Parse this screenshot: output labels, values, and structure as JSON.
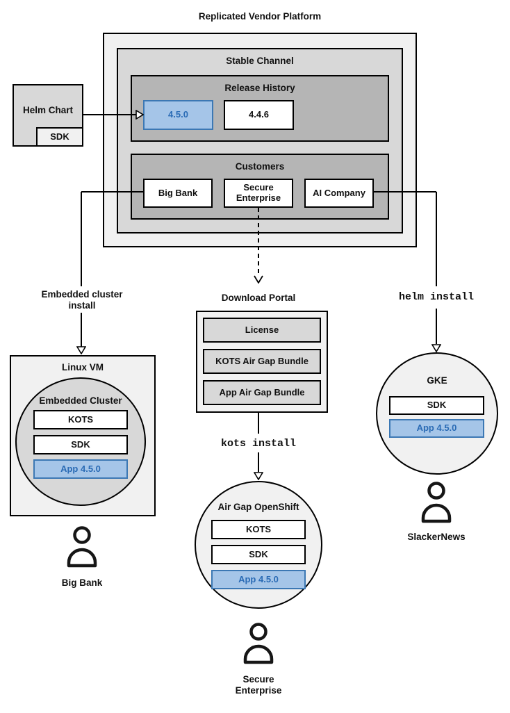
{
  "title": "Replicated Vendor Platform",
  "platform": {
    "stable_channel": {
      "label": "Stable Channel",
      "release_history": {
        "label": "Release History",
        "releases": [
          {
            "version": "4.5.0",
            "highlighted": true
          },
          {
            "version": "4.4.6",
            "highlighted": false
          }
        ]
      },
      "customers": {
        "label": "Customers",
        "items": [
          "Big Bank",
          "Secure\nEnterprise",
          "AI Company"
        ]
      }
    }
  },
  "helm_chart": {
    "label": "Helm Chart",
    "sdk": "SDK"
  },
  "left_flow": {
    "arrow_label": "Embedded cluster\ninstall",
    "linux_vm": {
      "label": "Linux VM",
      "embedded_cluster": {
        "label": "Embedded Cluster",
        "components": [
          "KOTS",
          "SDK",
          "App 4.5.0"
        ]
      }
    },
    "user": "Big Bank"
  },
  "middle_flow": {
    "download_portal": {
      "label": "Download Portal",
      "items": [
        "License",
        "KOTS Air Gap Bundle",
        "App Air Gap Bundle"
      ]
    },
    "command": "kots install",
    "cluster": {
      "label": "Air Gap OpenShift",
      "components": [
        "KOTS",
        "SDK",
        "App 4.5.0"
      ]
    },
    "user": "Secure\nEnterprise"
  },
  "right_flow": {
    "command": "helm install",
    "cluster": {
      "label": "GKE",
      "components": [
        "SDK",
        "App 4.5.0"
      ]
    },
    "user": "SlackerNews"
  },
  "colors": {
    "accent_fill": "#a5c5e8",
    "accent_border": "#3c78b4",
    "accent_text": "#2a6bb5"
  }
}
